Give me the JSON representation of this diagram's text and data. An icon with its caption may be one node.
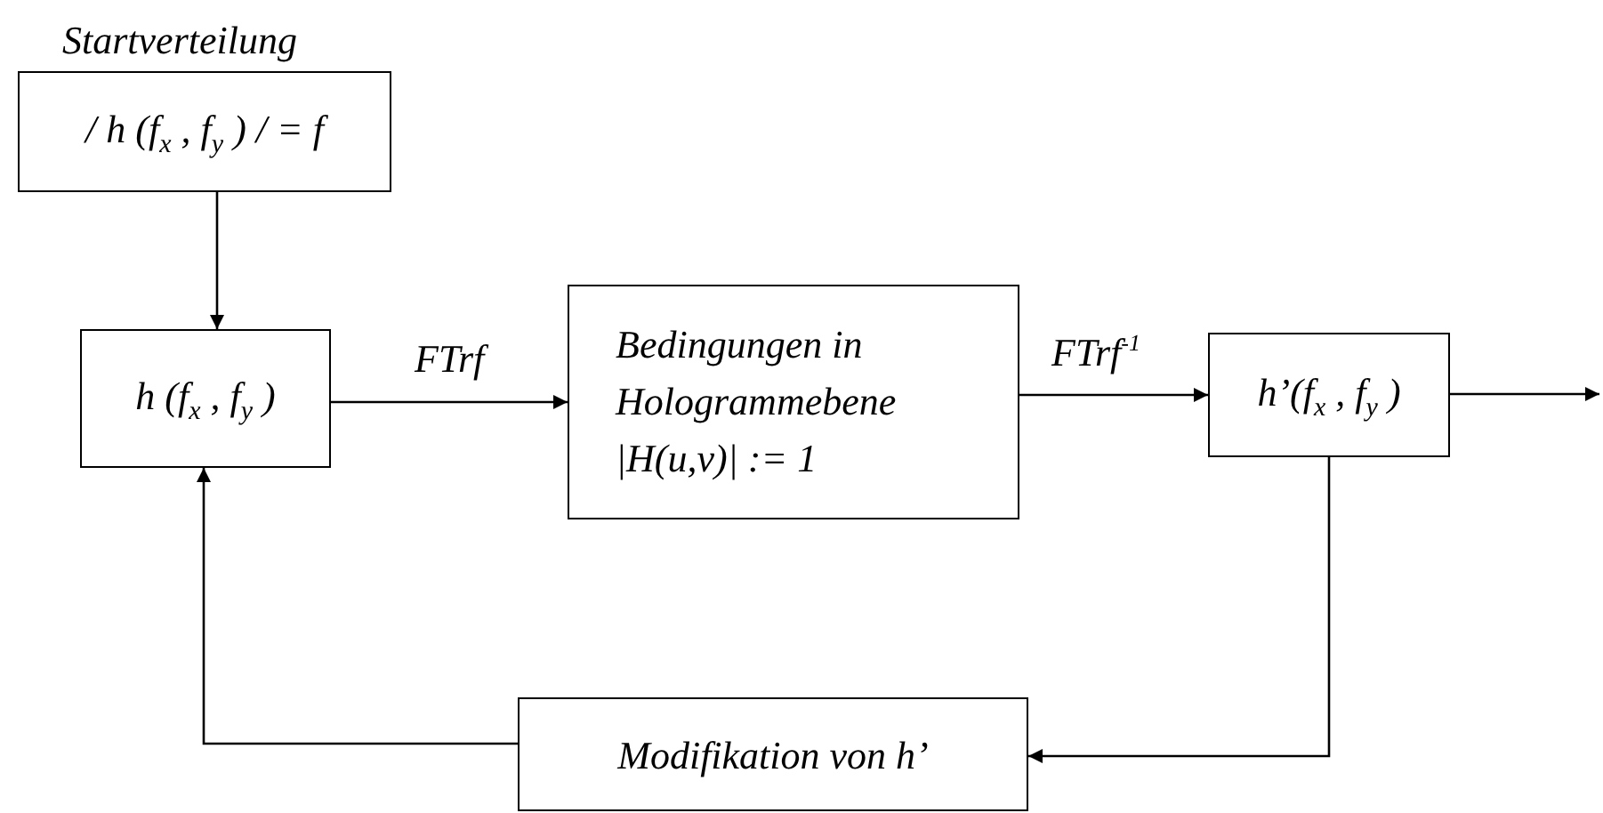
{
  "diagram": {
    "nodes": [
      {
        "text": [
          "Startverteilung",
          "/ h (f$_{x}$ , f$_{y}$ ) / = f"
        ]
      },
      {
        "text": [
          "h (f$_{x}$ , f$_{y}$ )"
        ]
      },
      {
        "text": [
          "Bedingungen in Hologrammebene",
          "|H(u,v)| := 1"
        ]
      },
      {
        "text": [
          "h’(f$_{x}$ , f$_{y}$ )"
        ]
      },
      {
        "text": [
          "Modifikation von  h’"
        ]
      }
    ],
    "edges": [
      {
        "from": 0,
        "to": 1,
        "arrow": "to"
      },
      {
        "from": 1,
        "to": 2,
        "arrow": "to",
        "label": "FTrf"
      },
      {
        "from": 2,
        "to": 3,
        "arrow": "to",
        "label": "FTrf$^{-1}$"
      },
      {
        "from": 3,
        "to": null,
        "arrow": "to"
      },
      {
        "from": 3,
        "to": 4,
        "arrow": "to"
      },
      {
        "from": 4,
        "to": 1,
        "arrow": "to"
      }
    ]
  }
}
